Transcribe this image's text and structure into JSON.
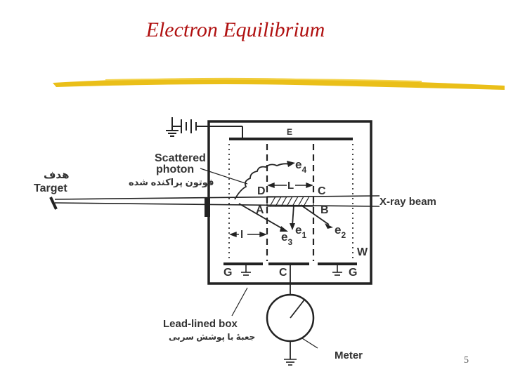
{
  "title": "Electron Equilibrium",
  "page_number": "5",
  "colors": {
    "title": "#b01010",
    "stroke": "#222222",
    "highlight": "#e8b800"
  },
  "labels": {
    "target_fa": "هدف",
    "target_en": "Target",
    "scattered": "Scattered",
    "photon": "photon",
    "scattered_fa": "فوتون پراکنده شده",
    "xray": "X-ray beam",
    "E": "E",
    "D": "D",
    "L": "L",
    "C_top": "C",
    "A": "A",
    "B": "B",
    "e4": "e",
    "e4_sub": "4",
    "e3": "e",
    "e3_sub": "3",
    "e1": "e",
    "e1_sub": "1",
    "e2": "e",
    "e2_sub": "2",
    "l": "l",
    "W": "W",
    "G_left": "G",
    "C_bottom": "C",
    "G_right": "G",
    "leadbox_en": "Lead-lined box",
    "leadbox_fa": "جعبهٔ با پوشش سربی",
    "meter": "Meter"
  }
}
